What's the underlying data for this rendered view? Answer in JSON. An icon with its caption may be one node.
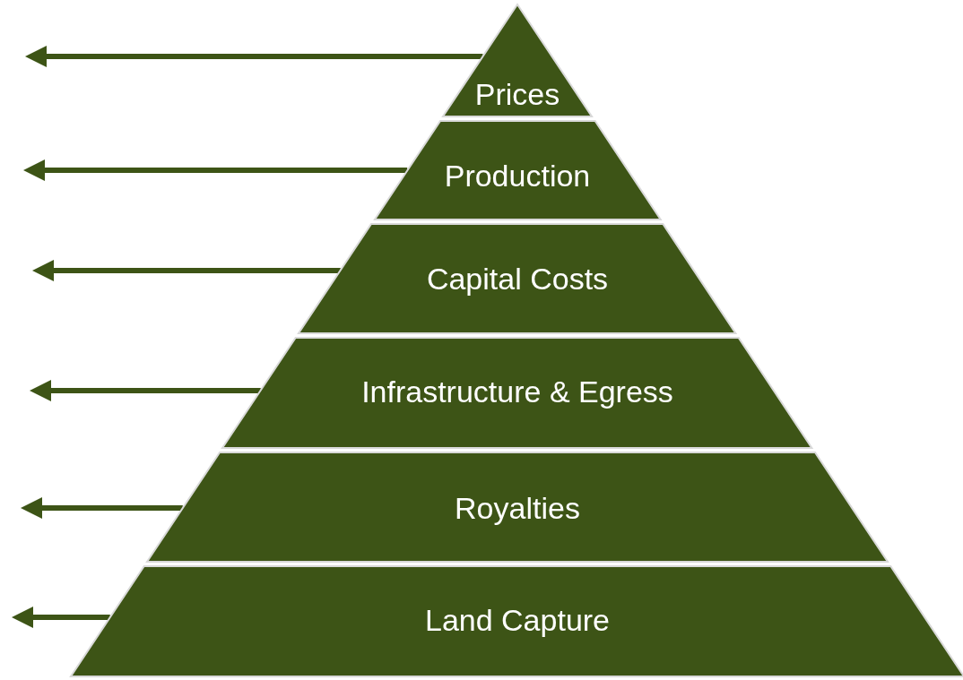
{
  "diagram": {
    "nodes": [
      {
        "text": [
          "Prices"
        ]
      },
      {
        "text": [
          "Production"
        ]
      },
      {
        "text": [
          "Capital Costs"
        ]
      },
      {
        "text": [
          "Infrastructure & Egress"
        ]
      },
      {
        "text": [
          "Royalties"
        ]
      },
      {
        "text": [
          "Land Capture"
        ]
      }
    ],
    "edges": [
      {
        "from": 0,
        "to": null,
        "arrow": "to"
      },
      {
        "from": 1,
        "to": null,
        "arrow": "to"
      },
      {
        "from": 2,
        "to": null,
        "arrow": "to"
      },
      {
        "from": 3,
        "to": null,
        "arrow": "to"
      },
      {
        "from": 4,
        "to": null,
        "arrow": "to"
      },
      {
        "from": 5,
        "to": null,
        "arrow": "to"
      }
    ]
  }
}
